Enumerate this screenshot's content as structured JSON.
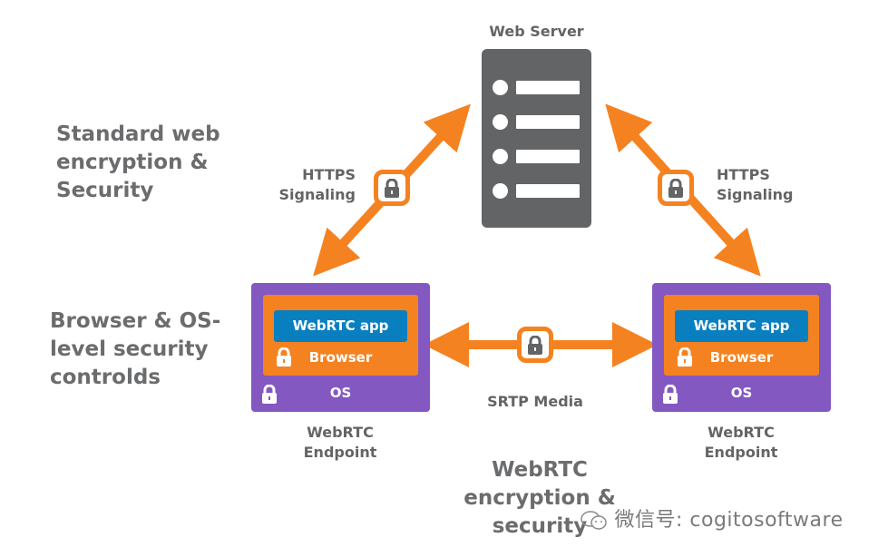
{
  "colors": {
    "arrow": "#f58220",
    "server": "#636466",
    "os_layer": "#8358c1",
    "browser_layer": "#f58220",
    "app_layer": "#0a7fbf",
    "text": "#636466"
  },
  "server": {
    "label": "Web Server",
    "icon": "server-icon"
  },
  "side_labels": {
    "top": [
      "Standard web",
      "encryption &",
      "Security"
    ],
    "bottom": [
      "Browser & OS-",
      "level security",
      "controlds"
    ]
  },
  "links": {
    "left_signaling": [
      "HTTPS",
      "Signaling"
    ],
    "right_signaling": [
      "HTTPS",
      "Signaling"
    ],
    "media": "SRTP Media"
  },
  "endpoints": [
    {
      "app": "WebRTC app",
      "browser": "Browser",
      "os": "OS",
      "caption": [
        "WebRTC",
        "Endpoint"
      ]
    },
    {
      "app": "WebRTC app",
      "browser": "Browser",
      "os": "OS",
      "caption": [
        "WebRTC",
        "Endpoint"
      ]
    }
  ],
  "bottom_title": [
    "WebRTC",
    "encryption &",
    "security"
  ],
  "watermark": "微信号: cogitosoftware"
}
